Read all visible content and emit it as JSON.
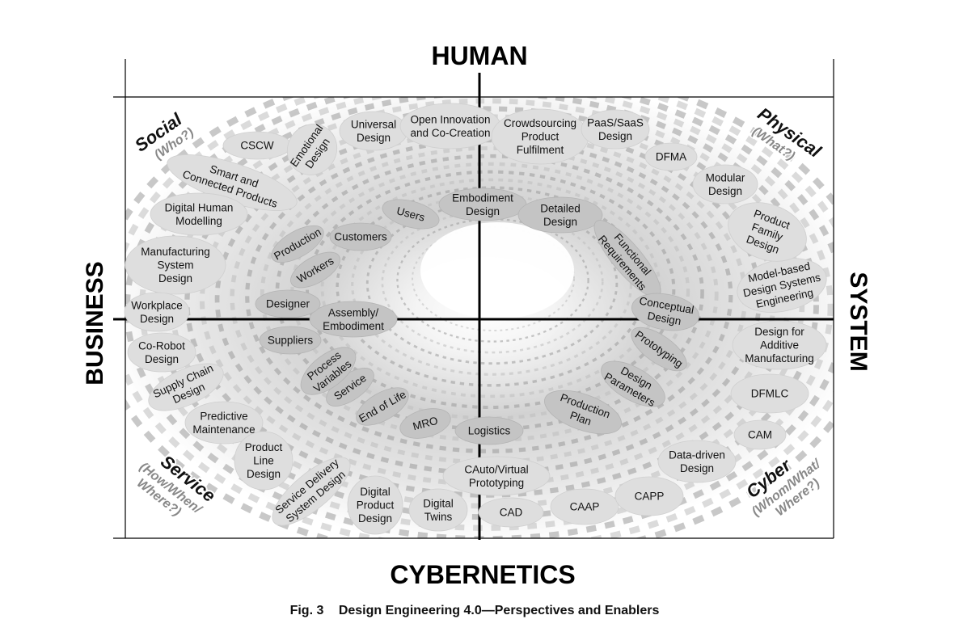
{
  "axes": {
    "top": "HUMAN",
    "bottom": "CYBERNETICS",
    "left": "BUSINESS",
    "right": "SYSTEM"
  },
  "quadrants": {
    "social": {
      "title": "Social",
      "sub": "(Who?)"
    },
    "physical": {
      "title": "Physical",
      "sub": "(What?)"
    },
    "service": {
      "title": "Service",
      "sub1": "(How/When/",
      "sub2": "Where?)"
    },
    "cyber": {
      "title": "Cyber",
      "sub1": "(Whom/What/",
      "sub2": "Where?)"
    }
  },
  "caption": {
    "number": "Fig. 3",
    "title": "Design Engineering 4.0—Perspectives and Enablers"
  },
  "outer_nodes": [
    {
      "id": "cscw",
      "lines": [
        "CSCW"
      ]
    },
    {
      "id": "emotional-design",
      "lines": [
        "Emotional",
        "Design"
      ]
    },
    {
      "id": "universal-design",
      "lines": [
        "Universal",
        "Design"
      ]
    },
    {
      "id": "open-innovation",
      "lines": [
        "Open Innovation",
        "and Co-Creation"
      ]
    },
    {
      "id": "crowdsourcing",
      "lines": [
        "Crowdsourcing",
        "Product",
        "Fulfilment"
      ]
    },
    {
      "id": "paas-saas",
      "lines": [
        "PaaS/SaaS",
        "Design"
      ]
    },
    {
      "id": "dfma",
      "lines": [
        "DFMA"
      ]
    },
    {
      "id": "modular-design",
      "lines": [
        "Modular",
        "Design"
      ]
    },
    {
      "id": "smart-connected",
      "lines": [
        "Smart and",
        "Connected Products"
      ]
    },
    {
      "id": "digital-human",
      "lines": [
        "Digital Human",
        "Modelling"
      ]
    },
    {
      "id": "manufacturing-system",
      "lines": [
        "Manufacturing",
        "System",
        "Design"
      ]
    },
    {
      "id": "workplace-design",
      "lines": [
        "Workplace",
        "Design"
      ]
    },
    {
      "id": "co-robot",
      "lines": [
        "Co-Robot",
        "Design"
      ]
    },
    {
      "id": "supply-chain",
      "lines": [
        "Supply Chain",
        "Design"
      ]
    },
    {
      "id": "predictive-maintenance",
      "lines": [
        "Predictive",
        "Maintenance"
      ]
    },
    {
      "id": "product-line",
      "lines": [
        "Product",
        "Line",
        "Design"
      ]
    },
    {
      "id": "service-delivery",
      "lines": [
        "Service Delivery",
        "System Design"
      ]
    },
    {
      "id": "digital-product",
      "lines": [
        "Digital",
        "Product",
        "Design"
      ]
    },
    {
      "id": "digital-twins",
      "lines": [
        "Digital",
        "Twins"
      ]
    },
    {
      "id": "cad",
      "lines": [
        "CAD"
      ]
    },
    {
      "id": "caap",
      "lines": [
        "CAAP"
      ]
    },
    {
      "id": "capp",
      "lines": [
        "CAPP"
      ]
    },
    {
      "id": "cauto-virtual",
      "lines": [
        "CAuto/Virtual",
        "Prototyping"
      ]
    },
    {
      "id": "data-driven",
      "lines": [
        "Data-driven",
        "Design"
      ]
    },
    {
      "id": "cam",
      "lines": [
        "CAM"
      ]
    },
    {
      "id": "dfmlc",
      "lines": [
        "DFMLC"
      ]
    },
    {
      "id": "additive",
      "lines": [
        "Design for",
        "Additive",
        "Manufacturing"
      ]
    },
    {
      "id": "mbse",
      "lines": [
        "Model-based",
        "Design Systems",
        "Engineering"
      ]
    },
    {
      "id": "product-family",
      "lines": [
        "Product",
        "Family",
        "Design"
      ]
    }
  ],
  "inner_nodes": [
    {
      "id": "users",
      "lines": [
        "Users"
      ]
    },
    {
      "id": "embodiment-design",
      "lines": [
        "Embodiment",
        "Design"
      ]
    },
    {
      "id": "detailed-design",
      "lines": [
        "Detailed",
        "Design"
      ]
    },
    {
      "id": "functional-requirements",
      "lines": [
        "Functional",
        "Requirements"
      ]
    },
    {
      "id": "conceptual-design",
      "lines": [
        "Conceptual",
        "Design"
      ]
    },
    {
      "id": "prototyping",
      "lines": [
        "Prototyping"
      ]
    },
    {
      "id": "design-parameters",
      "lines": [
        "Design",
        "Parameters"
      ]
    },
    {
      "id": "production-plan",
      "lines": [
        "Production",
        "Plan"
      ]
    },
    {
      "id": "logistics",
      "lines": [
        "Logistics"
      ]
    },
    {
      "id": "mro",
      "lines": [
        "MRO"
      ]
    },
    {
      "id": "end-of-life",
      "lines": [
        "End of Life"
      ]
    },
    {
      "id": "service",
      "lines": [
        "Service"
      ]
    },
    {
      "id": "process-variables",
      "lines": [
        "Process",
        "Variables"
      ]
    },
    {
      "id": "suppliers",
      "lines": [
        "Suppliers"
      ]
    },
    {
      "id": "assembly-embodiment",
      "lines": [
        "Assembly/",
        "Embodiment"
      ]
    },
    {
      "id": "designer",
      "lines": [
        "Designer"
      ]
    },
    {
      "id": "workers",
      "lines": [
        "Workers"
      ]
    },
    {
      "id": "production",
      "lines": [
        "Production"
      ]
    },
    {
      "id": "customers",
      "lines": [
        "Customers"
      ]
    }
  ]
}
